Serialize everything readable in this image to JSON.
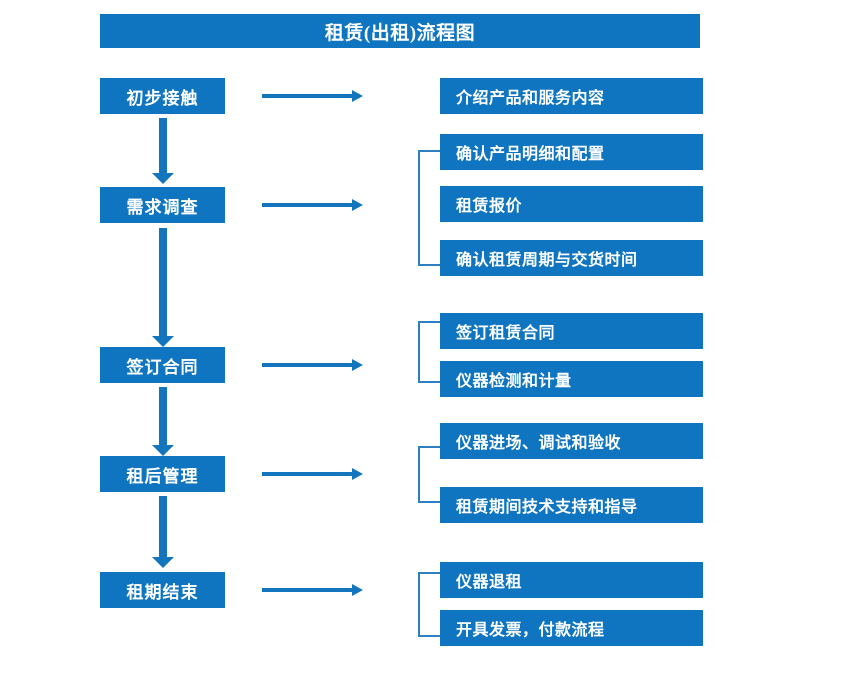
{
  "diagram": {
    "title": "租赁(出租)流程图",
    "accent_color": "#0f75c0",
    "arrow_color": "#1375bc",
    "bracket_color": "#2e7fbf",
    "text_color": "#ffffff",
    "background_color": "#ffffff"
  },
  "stages": [
    {
      "id": "stage-1",
      "label": "初步接触"
    },
    {
      "id": "stage-2",
      "label": "需求调查"
    },
    {
      "id": "stage-3",
      "label": "签订合同"
    },
    {
      "id": "stage-4",
      "label": "租后管理"
    },
    {
      "id": "stage-5",
      "label": "租期结束"
    }
  ],
  "details": {
    "group_1": [
      {
        "label": "介绍产品和服务内容"
      }
    ],
    "group_2": [
      {
        "label": "确认产品明细和配置"
      },
      {
        "label": "租赁报价"
      },
      {
        "label": "确认租赁周期与交货时间"
      }
    ],
    "group_3": [
      {
        "label": "签订租赁合同"
      },
      {
        "label": "仪器检测和计量"
      }
    ],
    "group_4": [
      {
        "label": "仪器进场、调试和验收"
      },
      {
        "label": "租赁期间技术支持和指导"
      }
    ],
    "group_5": [
      {
        "label": "仪器退租"
      },
      {
        "label": "开具发票，付款流程"
      }
    ]
  },
  "chart_data": {
    "type": "table",
    "title": "租赁(出租)流程图",
    "categories": [
      "初步接触",
      "需求调查",
      "签订合同",
      "租后管理",
      "租期结束"
    ],
    "series": [
      {
        "name": "初步接触",
        "values": [
          "介绍产品和服务内容"
        ]
      },
      {
        "name": "需求调查",
        "values": [
          "确认产品明细和配置",
          "租赁报价",
          "确认租赁周期与交货时间"
        ]
      },
      {
        "name": "签订合同",
        "values": [
          "签订租赁合同",
          "仪器检测和计量"
        ]
      },
      {
        "name": "租后管理",
        "values": [
          "仪器进场、调试和验收",
          "租赁期间技术支持和指导"
        ]
      },
      {
        "name": "租期结束",
        "values": [
          "仪器退租",
          "开具发票，付款流程"
        ]
      }
    ]
  }
}
